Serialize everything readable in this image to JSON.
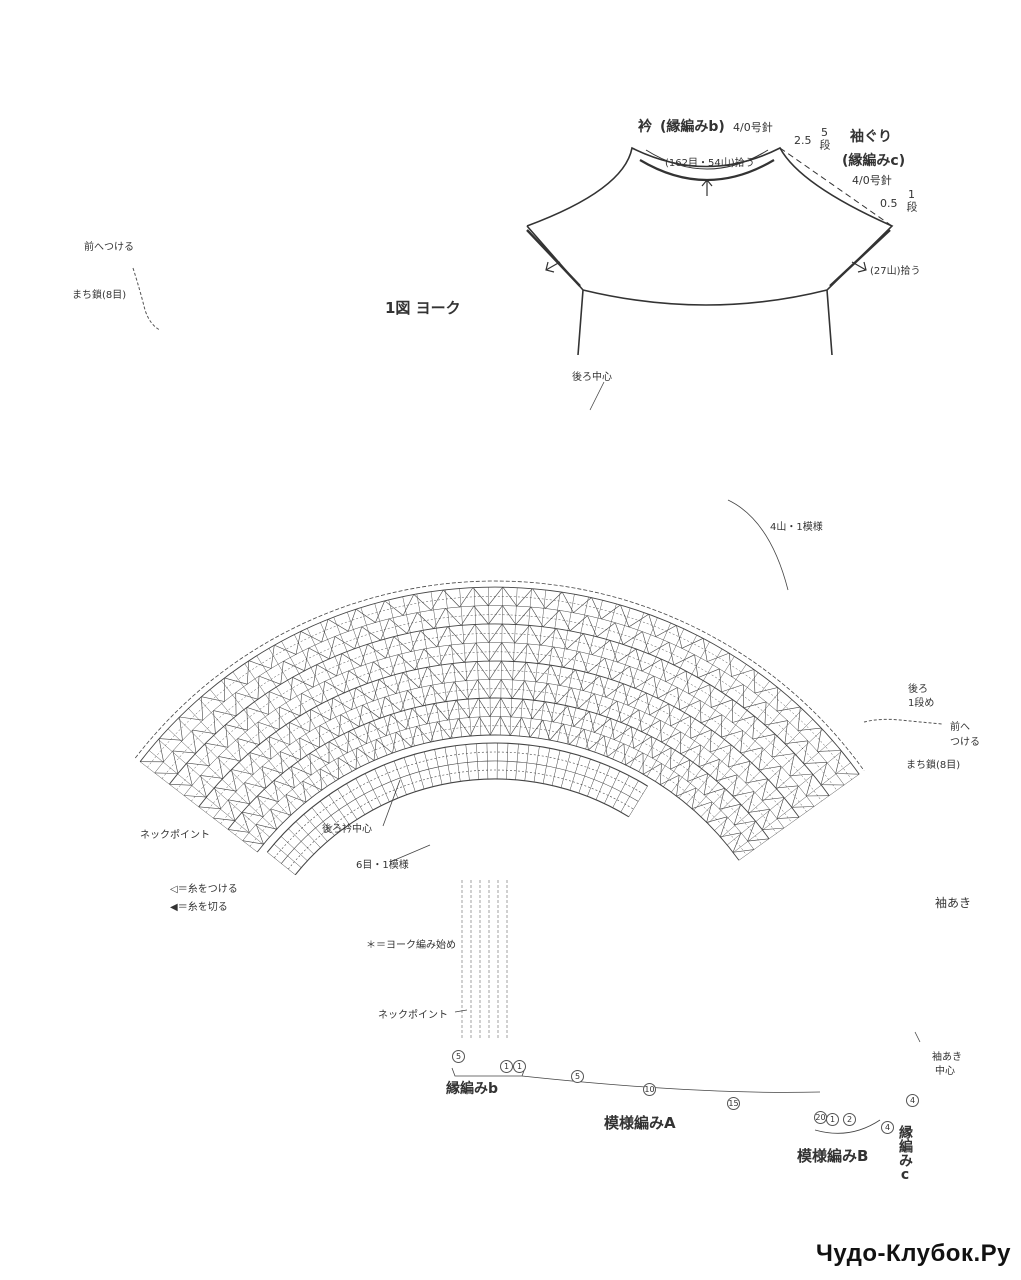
{
  "diagram": {
    "title": "1図 ヨーク",
    "schematic": {
      "collar_label": "衿",
      "collar_stitch": "(縁編みb)",
      "collar_needle": "4/0号針",
      "collar_pickup": "(162目・54山)拾う",
      "collar_width": "2.5",
      "collar_rows": "5段",
      "armhole_label": "袖ぐり",
      "armhole_stitch": "(縁編みc)",
      "armhole_needle": "4/0号針",
      "armhole_width": "0.5",
      "armhole_rows": "1段",
      "armhole_pickup": "(27山)拾う"
    },
    "annotations": {
      "front_attach_top": "前へつける",
      "chain_top": "まち鎖(8目)",
      "back_center": "後ろ中心",
      "repeat_4": "4山・1模様",
      "back_row1_a": "後ろ",
      "back_row1_b": "1段め",
      "front_attach_right_a": "前へ",
      "front_attach_right_b": "つける",
      "chain_right": "まち鎖(8目)",
      "sleeve_opening": "袖あき",
      "neck_point_upper": "ネックポイント",
      "back_neck_center": "後ろ衿中心",
      "repeat_6": "6目・1模様",
      "legend_attach": "◁＝糸をつける",
      "legend_cut": "◀＝糸を切る",
      "yoke_start": "＊＝ヨーク編み始め",
      "neck_point_lower": "ネックポイント",
      "sleeve_center_a": "袖あき",
      "sleeve_center_b": "中心"
    },
    "row_numbers": [
      "5",
      "1",
      "1",
      "5",
      "10",
      "15",
      "20",
      "1",
      "2",
      "4",
      "4"
    ],
    "bottom_labels": {
      "edge_b": "縁編みb",
      "pattern_a": "模様編みA",
      "pattern_b": "模様編みB",
      "edge_c": "縁編みc"
    },
    "watermark": "Чудо-Клубок.Ру",
    "line_color": "#444444"
  }
}
